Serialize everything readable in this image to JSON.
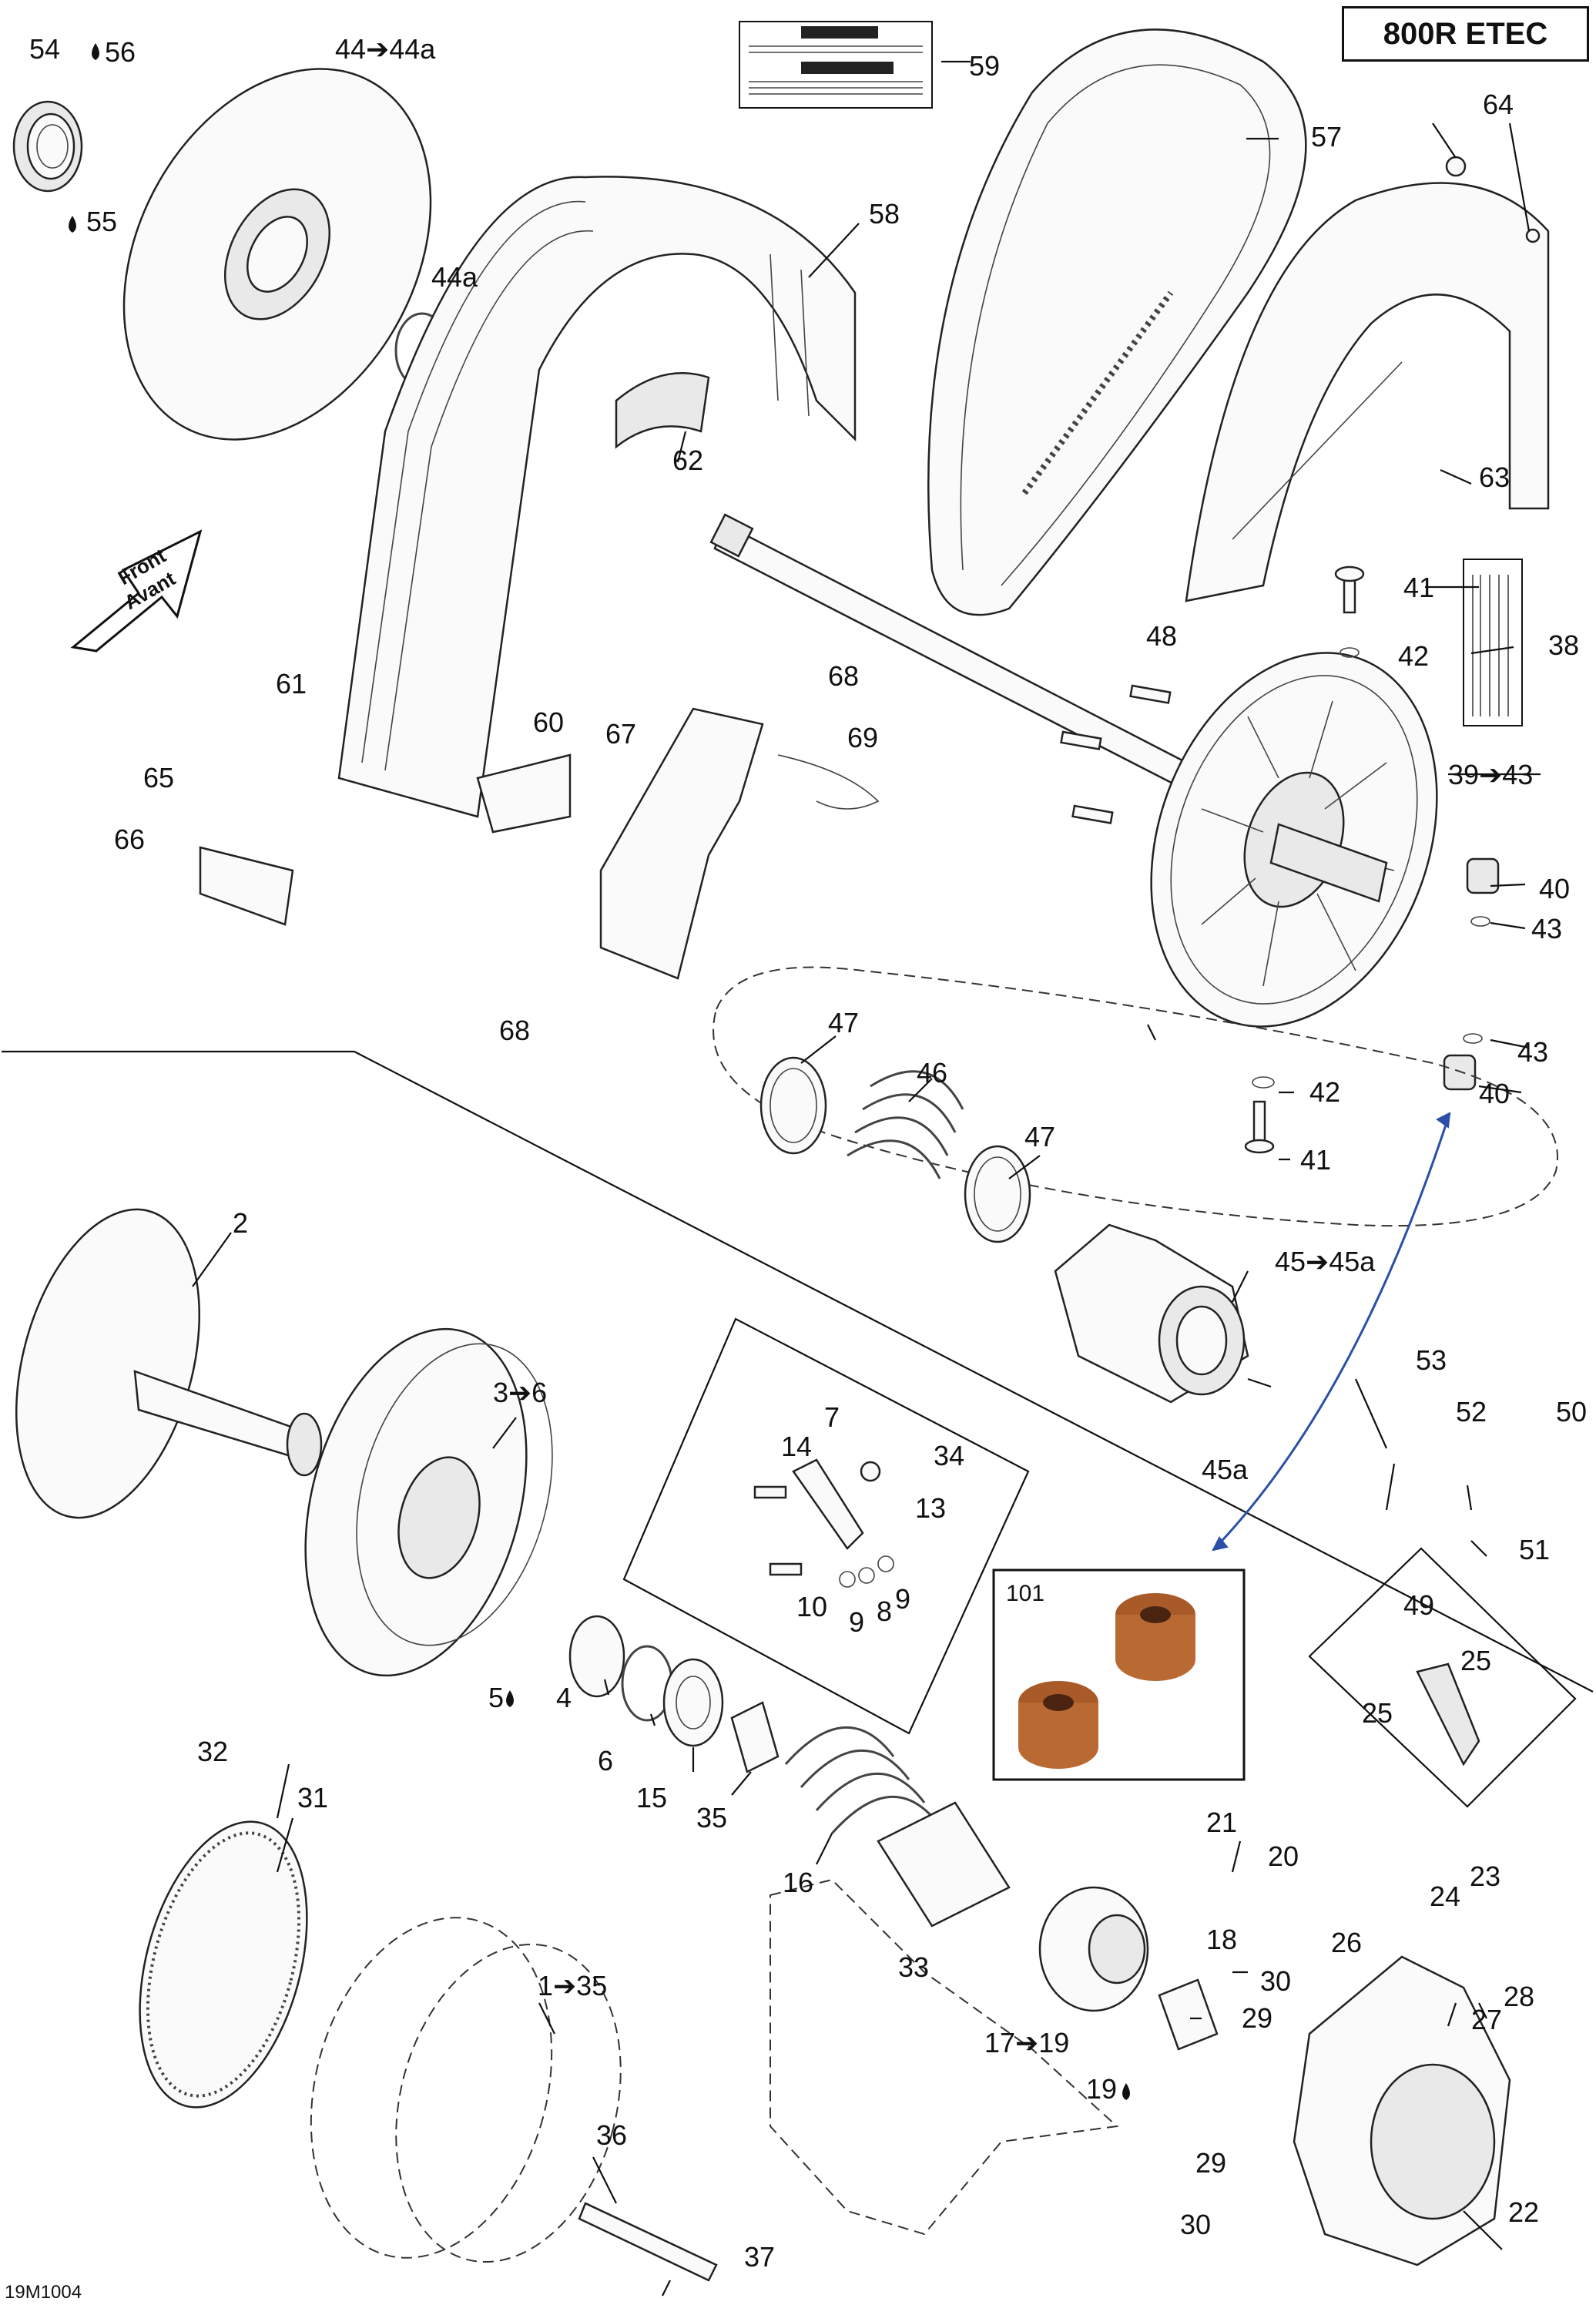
{
  "diagram": {
    "model": "800R ETEC",
    "drawing_code": "19M1004",
    "front_label": [
      "Front",
      "Avant"
    ],
    "accent_color": "#2b4fa8",
    "inset_part": "101",
    "labels": {
      "p54": "54",
      "p56": "56",
      "p55": "55",
      "p44": "44➔44a",
      "p44a": "44a",
      "p59": "59",
      "p57": "57",
      "p64": "64",
      "p58": "58",
      "p62": "62",
      "p63": "63",
      "p41a": "41",
      "p42a": "42",
      "p38": "38",
      "p48": "48",
      "p68a": "68",
      "p61": "61",
      "p60": "60",
      "p67": "67",
      "p69": "69",
      "p39": "39➔43",
      "p65": "65",
      "p66": "66",
      "p40a": "40",
      "p43a": "43",
      "p68b": "68",
      "p47a": "47",
      "p46": "46",
      "p43b": "43",
      "p42b": "42",
      "p40b": "40",
      "p41b": "41",
      "p47b": "47",
      "p2": "2",
      "p45": "45➔45a",
      "p3": "3➔6",
      "p7": "7",
      "p14": "14",
      "p34": "34",
      "p13": "13",
      "p53": "53",
      "p52": "52",
      "p50": "50",
      "p45a": "45a",
      "p51": "51",
      "p49": "49",
      "p10": "10",
      "p9a": "9",
      "p8": "8",
      "p9b": "9",
      "p101": "101",
      "p5": "5",
      "p4": "4",
      "p6": "6",
      "p15": "15",
      "p35a": "35",
      "p25a": "25",
      "p25b": "25",
      "p32": "32",
      "p31": "31",
      "p16": "16",
      "p21": "21",
      "p20": "20",
      "p23": "23",
      "p24": "24",
      "p33": "33",
      "p18": "18",
      "p26": "26",
      "p28": "28",
      "p1": "1➔35",
      "p17": "17➔19",
      "p30a": "30",
      "p29a": "29",
      "p27": "27",
      "p19": "19",
      "p36": "36",
      "p29b": "29",
      "p30b": "30",
      "p22": "22",
      "p37": "37"
    }
  }
}
